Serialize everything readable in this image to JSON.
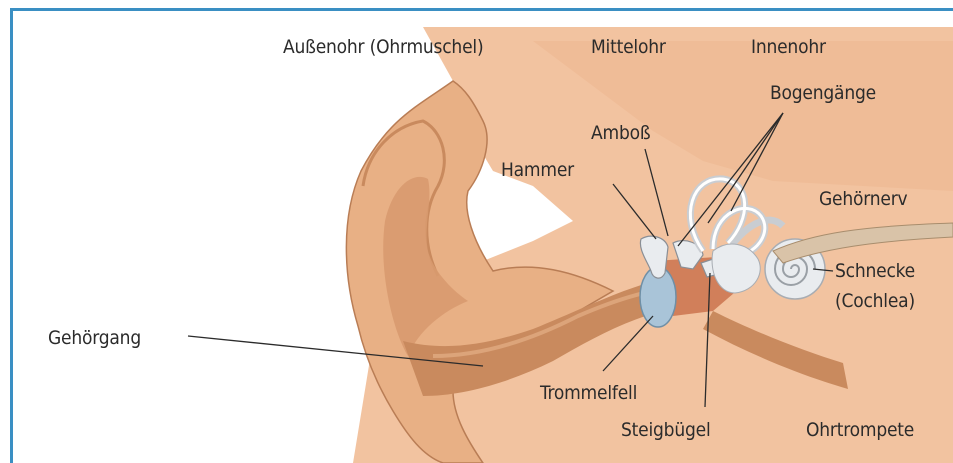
{
  "labels": {
    "aussenohr": "Außenohr (Ohrmuschel)",
    "mittelohr": "Mittelohr",
    "innenohr": "Innenohr",
    "bogengaenge": "Bogengänge",
    "amboss": "Amboß",
    "hammer": "Hammer",
    "gehoernerv": "Gehörnerv",
    "schnecke": "Schnecke",
    "cochlea": "(Cochlea)",
    "gehoergang": "Gehörgang",
    "trommelfell": "Trommelfell",
    "steigbuegel": "Steigbügel",
    "ohrtrompete": "Ohrtrompete"
  },
  "colors": {
    "frame": "#3a8fc3",
    "tissue_background": "#f2c3a0",
    "skin": "#e8b085",
    "canal": "#c98a5e",
    "bone": "#e9ecef",
    "eardrum": "#a9c4d8"
  }
}
